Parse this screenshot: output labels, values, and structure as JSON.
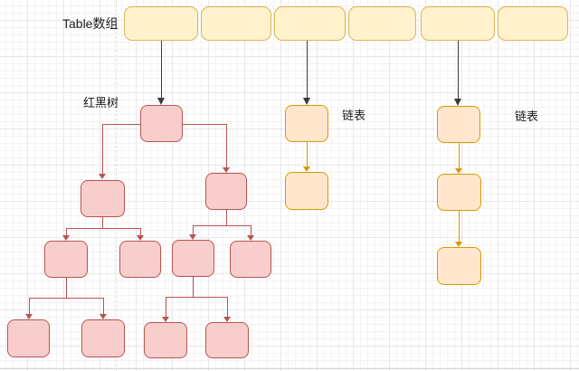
{
  "diagram": {
    "title_labels": {
      "table_array": "Table数组",
      "red_black_tree": "红黑树",
      "linked_list_1": "链表",
      "linked_list_2": "链表"
    },
    "colors": {
      "array_cell_fill": "#fff2cc",
      "array_cell_stroke": "#d6b656",
      "tree_node_fill": "#f8cecc",
      "tree_node_stroke": "#b85450",
      "list_node_fill": "#ffe6cc",
      "list_node_stroke": "#d79b00",
      "pointer_arrow": "#3b3b3b",
      "canvas_background": "#ffffff"
    },
    "structure": {
      "array_cell_count": 6,
      "tree_node_count": 11,
      "linked_list_1_node_count": 2,
      "linked_list_2_node_count": 3
    }
  }
}
